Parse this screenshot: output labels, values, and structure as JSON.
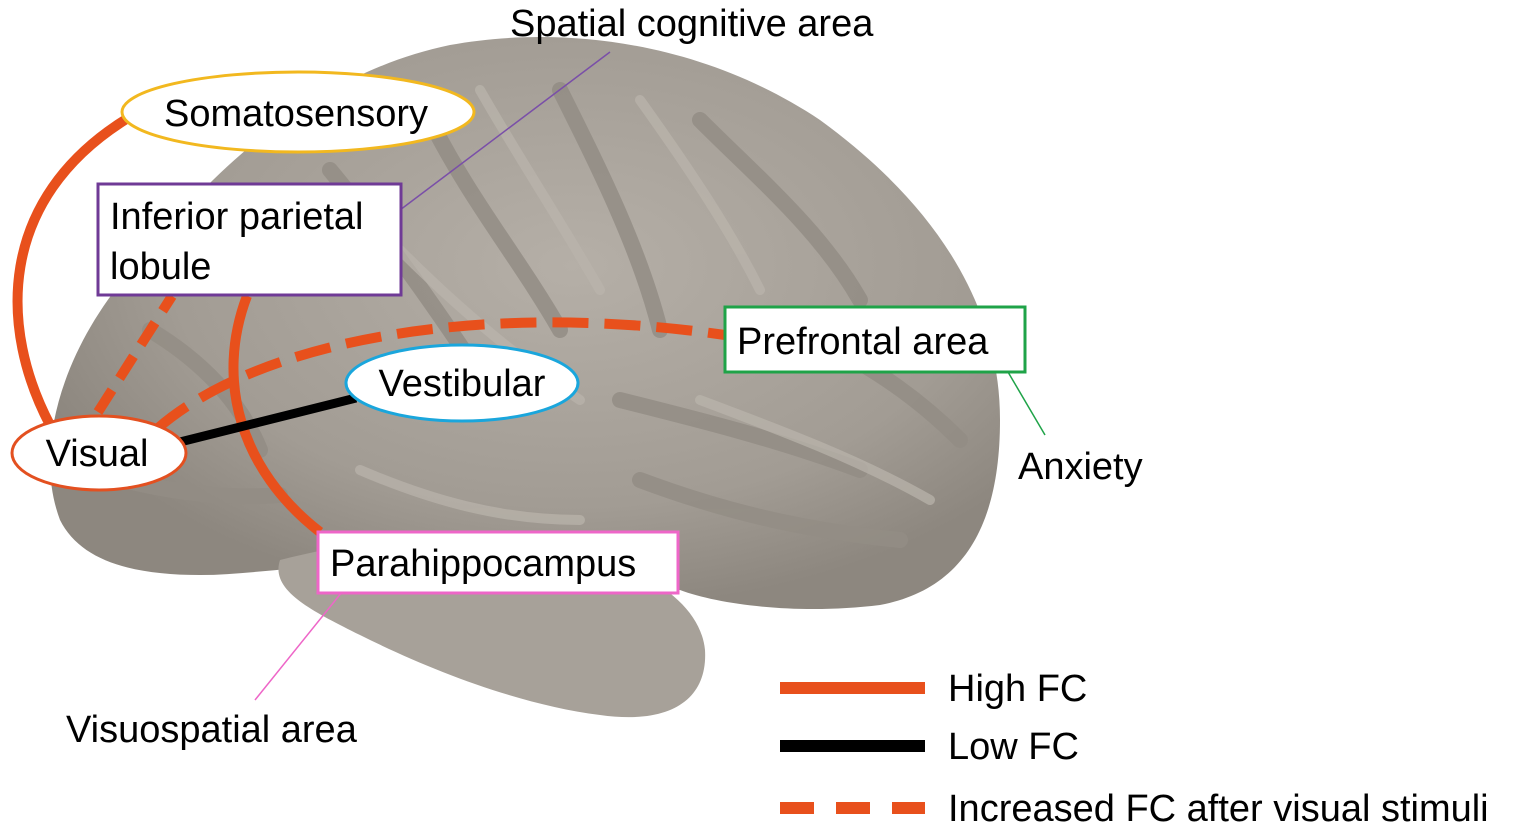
{
  "regions": {
    "somatosensory": {
      "label": "Somatosensory",
      "outline_color": "#f2b81f"
    },
    "inferior_parietal": {
      "line1": "Inferior parietal",
      "line2": "lobule",
      "outline_color": "#6f3a96"
    },
    "prefrontal": {
      "label": "Prefrontal area",
      "outline_color": "#1fa348"
    },
    "vestibular": {
      "label": "Vestibular",
      "outline_color": "#1aa6dc"
    },
    "visual": {
      "label": "Visual",
      "outline_color": "#e35020"
    },
    "parahippocampus": {
      "label": "Parahippocampus",
      "outline_color": "#ee66c8"
    }
  },
  "annotations": {
    "spatial_cognitive": "Spatial cognitive area",
    "anxiety": "Anxiety",
    "visuospatial": "Visuospatial  area"
  },
  "legend": {
    "high_fc": "High FC",
    "low_fc": "Low FC",
    "increased_fc": "Increased FC after visual stimuli"
  },
  "colors": {
    "high_fc": "#e8501c",
    "low_fc": "#000000",
    "brain_fill": "#a9a39b",
    "brain_dark": "#8f8981"
  }
}
